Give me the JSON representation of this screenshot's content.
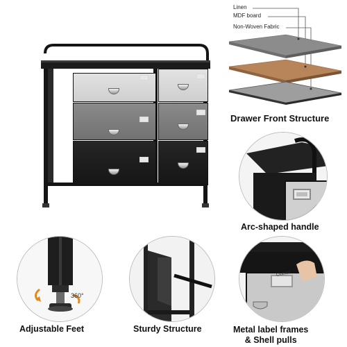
{
  "labels": {
    "linen": "Linen",
    "mdf": "MDF board",
    "fabric": "Non-Woven Fabric",
    "drawer_front": "Drawer Front Structure",
    "arc_handle": "Arc-shaped handle",
    "feet": "Adjustable Feet",
    "sturdy": "Sturdy Structure",
    "frames_line1": "Metal label frames",
    "frames_line2": "& Shell pulls",
    "rotation": "360°",
    "card_text": "Clothes"
  },
  "colors": {
    "frame": "#151515",
    "drawer_light": "#d6d6d6",
    "drawer_mid": "#7d7d7d",
    "drawer_dark": "#1f1f1f",
    "mdf": "#b8845a",
    "linen": "#8c8c8c",
    "fabric": "#9e9e9e",
    "rotation_arrow": "#e08a1e"
  },
  "icons": [
    "drawer-pull-icon",
    "label-frame-icon",
    "rotation-arrow-icon"
  ]
}
